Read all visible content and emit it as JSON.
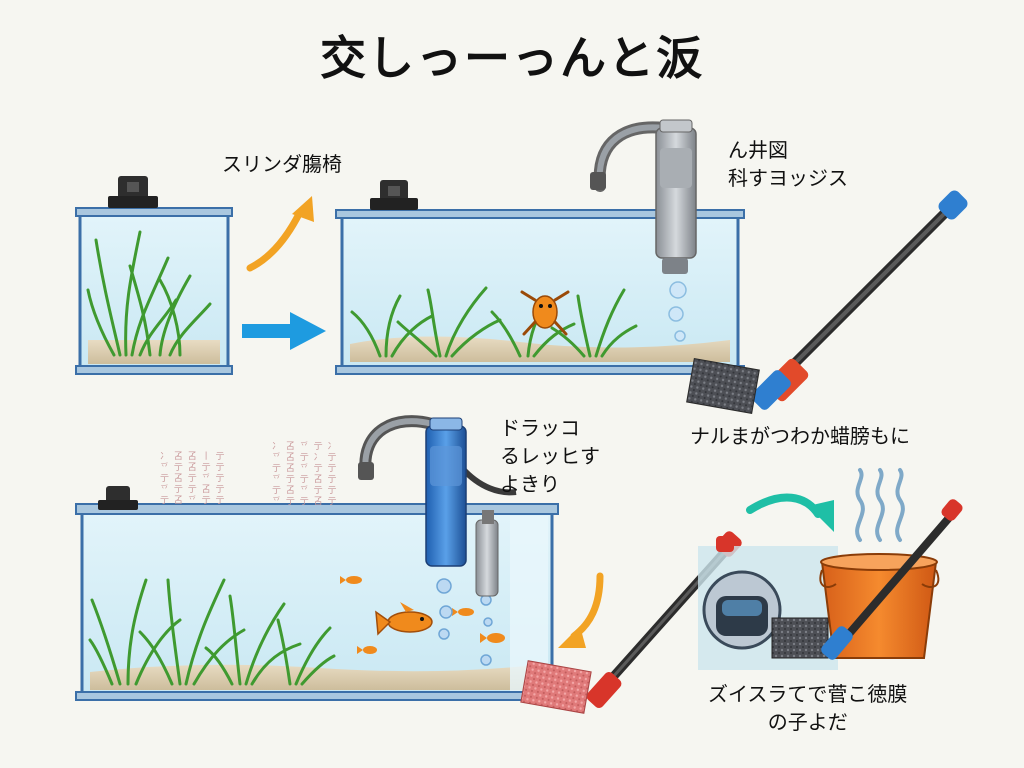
{
  "title": "交しっーっんと汳",
  "labels": {
    "top_left": "スリンダ膓椅",
    "top_right": [
      "ん井図",
      "科すヨッジス"
    ],
    "middle_right": "ナルまがつわか蜡膀もに",
    "middle_left": [
      "ドラッコ",
      "るレッヒす",
      "よきり"
    ],
    "bottom_right": [
      "ズイスラてで菅こ徳膜",
      "の子よだ"
    ]
  },
  "faint_text": [
    "冫 叾 叾 丨 亍\n乊 亍 叾 亍 亍\n亍 叾 亍 乊 亍\n乊 亍 亍 叾 亍\n亍 叾 乊 亍 亍",
    "冫 叾 乊 亍 冫\n乊 叾 亍 冫 亍\n亍 叾 乊 亍 亍\n乊 亍 亍 叾 亍\n亍 叾 乊 亍 亍\n乊 亍 亍 叾 亍"
  ],
  "colors": {
    "water": "#d6eef7",
    "tank_frame": "#3b6fa8",
    "plant": "#4caf3a",
    "arrow_orange": "#f2a324",
    "arrow_blue": "#1e9be0",
    "arrow_teal": "#1fbfa6",
    "bucket": "#f07a1e",
    "fish": "#f08a1c"
  }
}
